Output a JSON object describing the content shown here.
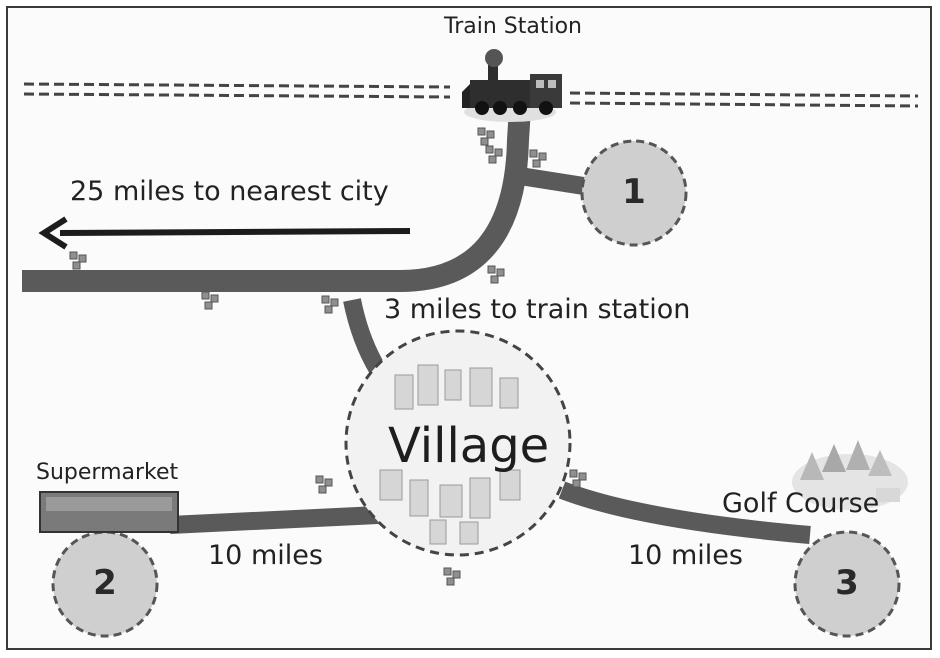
{
  "map": {
    "train_station": "Train Station",
    "nearest_city": "25 miles to nearest city",
    "to_train_station": "3 miles to train station",
    "village": "Village",
    "supermarket": "Supermarket",
    "golf_course": "Golf Course",
    "distance_supermarket": "10 miles",
    "distance_golf": "10 miles",
    "site_1": "1",
    "site_2": "2",
    "site_3": "3"
  },
  "colors": {
    "road": "#555555",
    "site_fill": "#cfcfcf",
    "site_stroke": "#555555",
    "rail": "#444444"
  },
  "icons": [
    "train-icon",
    "house-cluster-icon",
    "supermarket-icon",
    "left-arrow-icon",
    "village-city-icon",
    "golf-trees-icon"
  ]
}
